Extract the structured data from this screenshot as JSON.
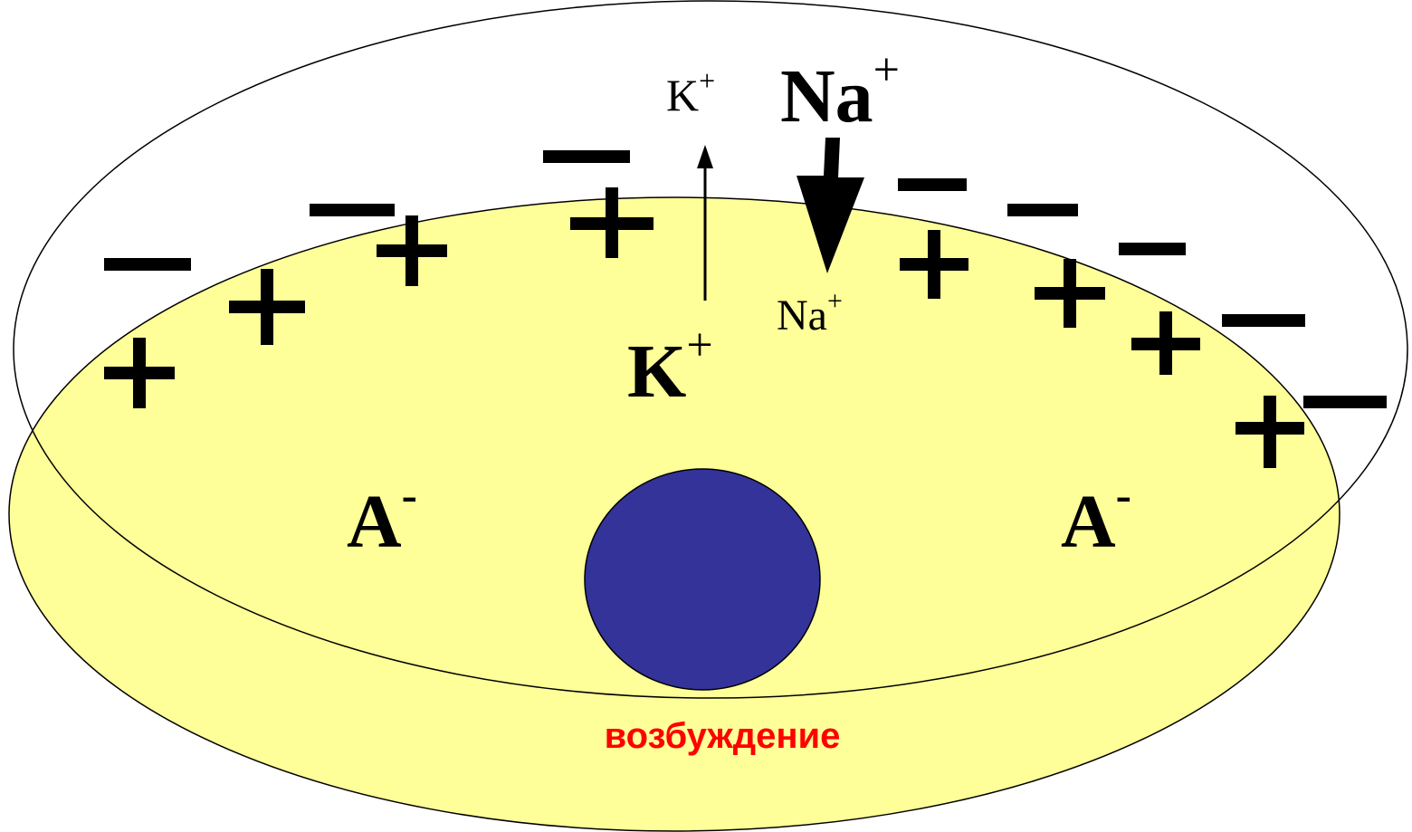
{
  "labels": {
    "k_out": "K",
    "k_out_sup": "+",
    "na_out": "Na",
    "na_out_sup": "+",
    "na_in": "Na",
    "na_in_sup": "+",
    "k_in": "K",
    "k_in_sup": "+",
    "anion_left": "A",
    "anion_left_sup": "-",
    "anion_right": "A",
    "anion_right_sup": "-",
    "caption": "возбуждение"
  },
  "colors": {
    "cell_fill": "#ffff99",
    "nucleus_fill": "#333399",
    "caption_color": "#ff0000",
    "stroke": "#000000"
  },
  "charges": {
    "outer": "−",
    "inner": "+"
  }
}
